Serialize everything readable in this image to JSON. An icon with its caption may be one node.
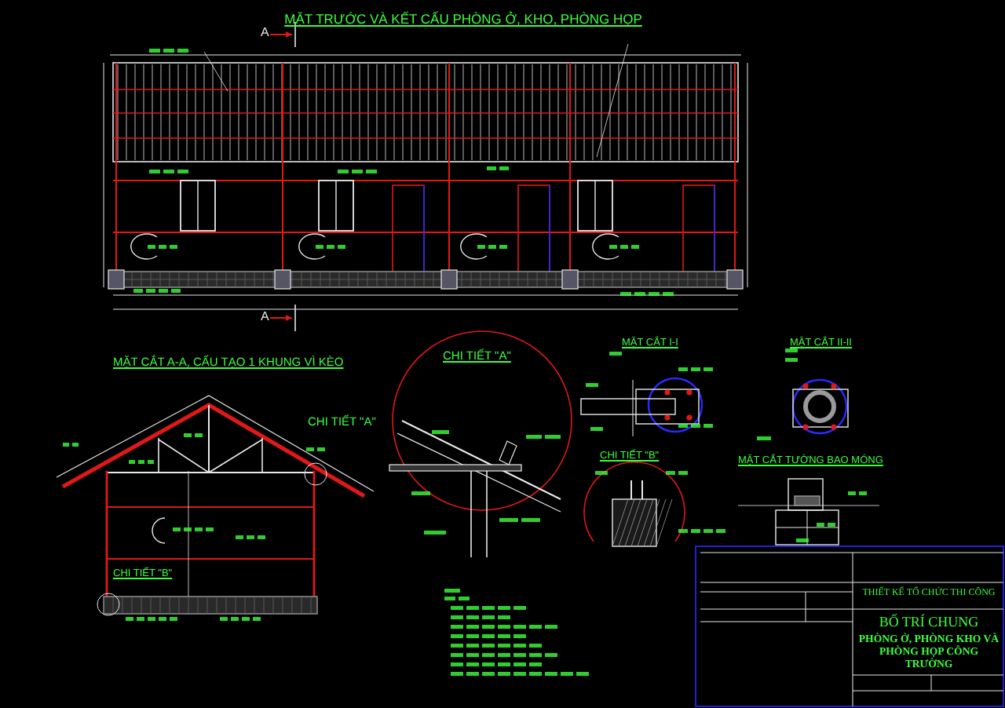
{
  "diagram": {
    "labels": [
      "MẶT TRƯỚC VÀ KẾT CẤU PHÒNG Ở, KHO, PHÒNG HỌP",
      "A",
      "A",
      "MẶT CẮT A-A, CẤU TẠO 1 KHUNG VÌ KÈO",
      "CHI TIẾT \"A\"",
      "CHI TIẾT \"B\"",
      "CHI TIẾT \"A\"",
      "MẶT CẮT I-I",
      "MẶT CẮT II-II",
      "CHI TIẾT \"B\"",
      "MẶT CẮT TƯỜNG BAO MÓNG",
      "THIẾT KẾ TỔ CHỨC THI CÔNG",
      "BỐ TRÍ CHUNG",
      "PHÒNG Ở, PHÒNG KHO VÀ PHÒNG HỌP CÔNG TRƯỜNG"
    ]
  }
}
